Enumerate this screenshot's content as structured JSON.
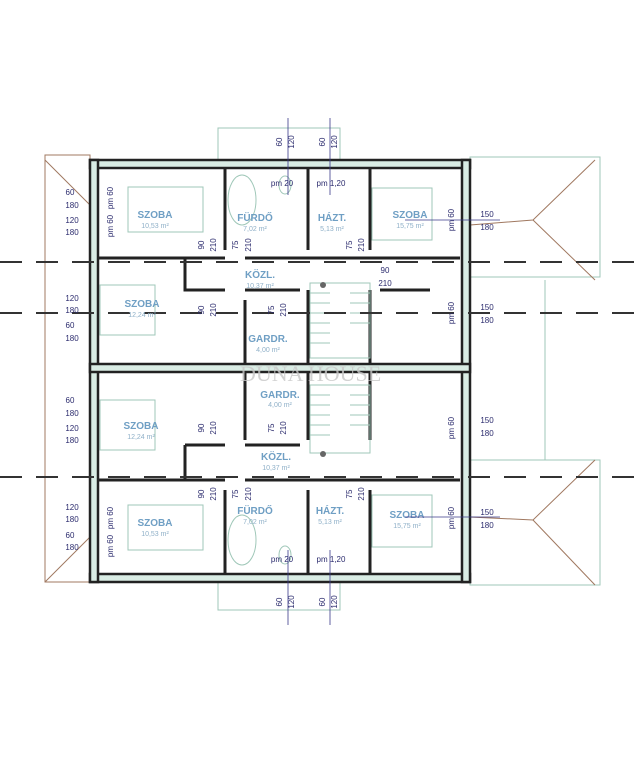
{
  "watermark": "DUNA HOUSE",
  "top": {
    "rooms": [
      {
        "name": "SZOBA",
        "area": "10,53 m²"
      },
      {
        "name": "FÜRDŐ",
        "area": "7,02 m²"
      },
      {
        "name": "HÁZT.",
        "area": "5,13 m²"
      },
      {
        "name": "SZOBA",
        "area": "15,75 m²"
      },
      {
        "name": "SZOBA",
        "area": "12,24 m²"
      },
      {
        "name": "KÖZL.",
        "area": "10,37 m²"
      },
      {
        "name": "GARDR.",
        "area": "4,00 m²"
      }
    ]
  },
  "bottom": {
    "rooms": [
      {
        "name": "GARDR.",
        "area": "4,00 m²"
      },
      {
        "name": "SZOBA",
        "area": "12,24 m²"
      },
      {
        "name": "KÖZL.",
        "area": "10,37 m²"
      },
      {
        "name": "SZOBA",
        "area": "10,53 m²"
      },
      {
        "name": "FÜRDŐ",
        "area": "7,02 m²"
      },
      {
        "name": "HÁZT.",
        "area": "5,13 m²"
      },
      {
        "name": "SZOBA",
        "area": "15,75 m²"
      }
    ]
  },
  "dims": {
    "d60": "60",
    "d120": "120",
    "d180": "180",
    "d150": "150",
    "d90": "90",
    "d75": "75",
    "d210": "210",
    "pm60": "pm 60",
    "pm20": "pm 20",
    "pm120": "pm 1,20"
  }
}
